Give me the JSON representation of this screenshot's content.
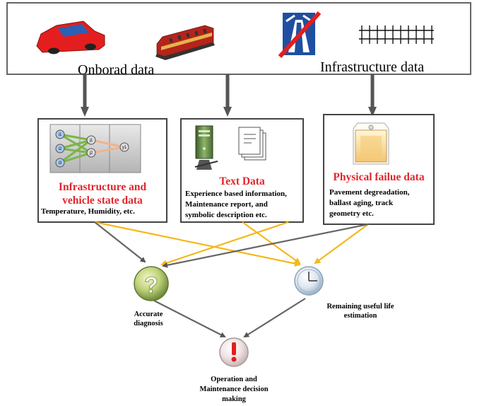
{
  "top": {
    "onboard_label": "Onborad data",
    "infrastructure_label": "Infrastructure data"
  },
  "cards": {
    "infra_vehicle": {
      "title_line1": "Infrastructure and",
      "title_line2": "vehicle state data",
      "desc": "Temperature, Humidity, etc."
    },
    "text_data": {
      "title": "Text Data",
      "desc_line1": "Experience based information,",
      "desc_line2": "Maintenance report, and",
      "desc_line3": "symbolic description etc."
    },
    "physical": {
      "title": "Physical failue data",
      "desc_line1": "Pavement degreadation,",
      "desc_line2": "ballast aging, track",
      "desc_line3": "geometry etc."
    }
  },
  "network_labels": {
    "in1": "i1",
    "in2": "i2",
    "in3": "i3",
    "hid1": "j1",
    "hid2": "j2",
    "out1": "y1"
  },
  "outputs": {
    "diagnosis_line1": "Accurate",
    "diagnosis_line2": "diagnosis",
    "rul_line1": "Remaining useful life",
    "rul_line2": "estimation",
    "decision_line1": "Operation and",
    "decision_line2": "Maintenance decision",
    "decision_line3": "making"
  },
  "colors": {
    "arrow_gray": "#666666",
    "arrow_gold": "#f5b81c",
    "title_red": "#e1262c",
    "car_red": "#e41e1e",
    "car_blue": "#2d5fb4",
    "sign_blue": "#1f4fa0"
  }
}
